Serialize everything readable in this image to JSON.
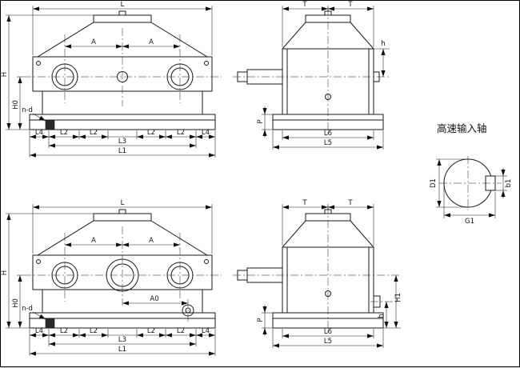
{
  "section_title": "高速输入轴",
  "labels": {
    "L": "L",
    "A": "A",
    "H": "H",
    "H0": "H0",
    "n_d": "n-d",
    "L1": "L1",
    "L2": "L2",
    "L3": "L3",
    "L4": "L4",
    "A0": "A0",
    "T": "T",
    "P": "P",
    "L5": "L5",
    "L6": "L6",
    "h": "h",
    "H1": "H1",
    "D1": "D1",
    "b1": "b1",
    "G1": "G1"
  }
}
